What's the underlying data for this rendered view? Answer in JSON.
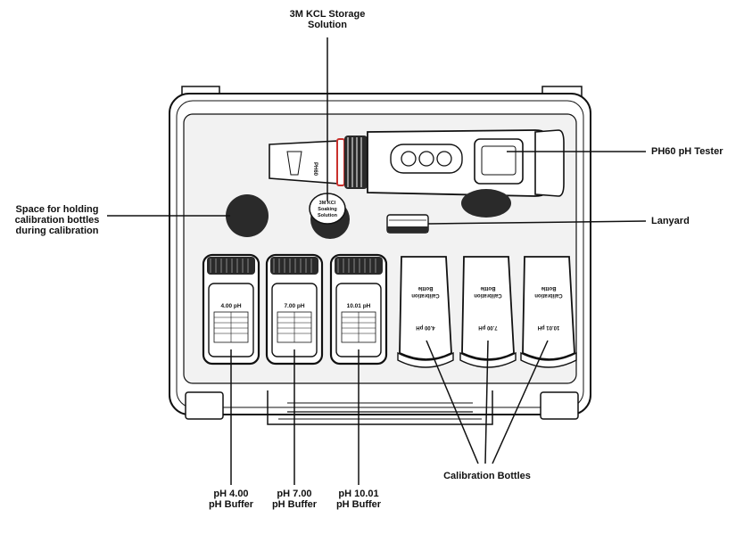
{
  "callouts": {
    "storage_solution": [
      "3M KCL Storage",
      "Solution"
    ],
    "tester": "PH60 pH Tester",
    "holding_space": [
      "Space for holding",
      "calibration bottles",
      "during calibration"
    ],
    "lanyard": "Lanyard",
    "calibration_bottles": "Calibration Bottles",
    "buffer_4": [
      "pH 4.00",
      "pH Buffer"
    ],
    "buffer_7": [
      "pH 7.00",
      "pH Buffer"
    ],
    "buffer_10": [
      "pH 10.01",
      "pH Buffer"
    ]
  },
  "labels": {
    "buffer_4": "4.00 pH",
    "buffer_7": "7.00 pH",
    "buffer_10": "10.01 pH",
    "kcl_cap": [
      "3M KCl",
      "Soaking",
      "Solution"
    ],
    "cal_bottle_4": [
      "Calibration",
      "Bottle",
      "4.00 pH"
    ],
    "cal_bottle_7": [
      "Calibration",
      "Bottle",
      "7.00 pH"
    ],
    "cal_bottle_10": [
      "Calibration",
      "Bottle",
      "10.01 pH"
    ],
    "tester_cap": "PH60"
  },
  "colors": {
    "outline": "#111111",
    "case_fill": "#ffffff",
    "tray_fill": "#f2f2f2",
    "accent_ring": "#c9302c",
    "dark_fill": "#2a2a2a"
  }
}
